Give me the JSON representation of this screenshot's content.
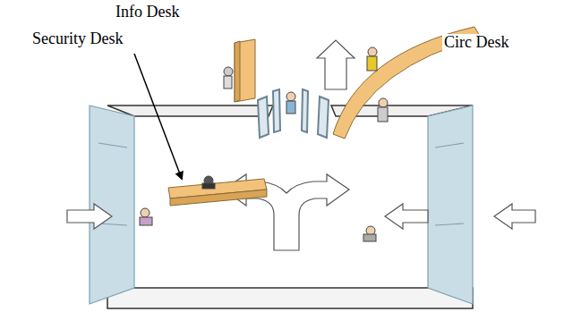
{
  "diagram": {
    "labels": [
      "Info Desk",
      "Circ Desk",
      "Security Desk"
    ]
  }
}
